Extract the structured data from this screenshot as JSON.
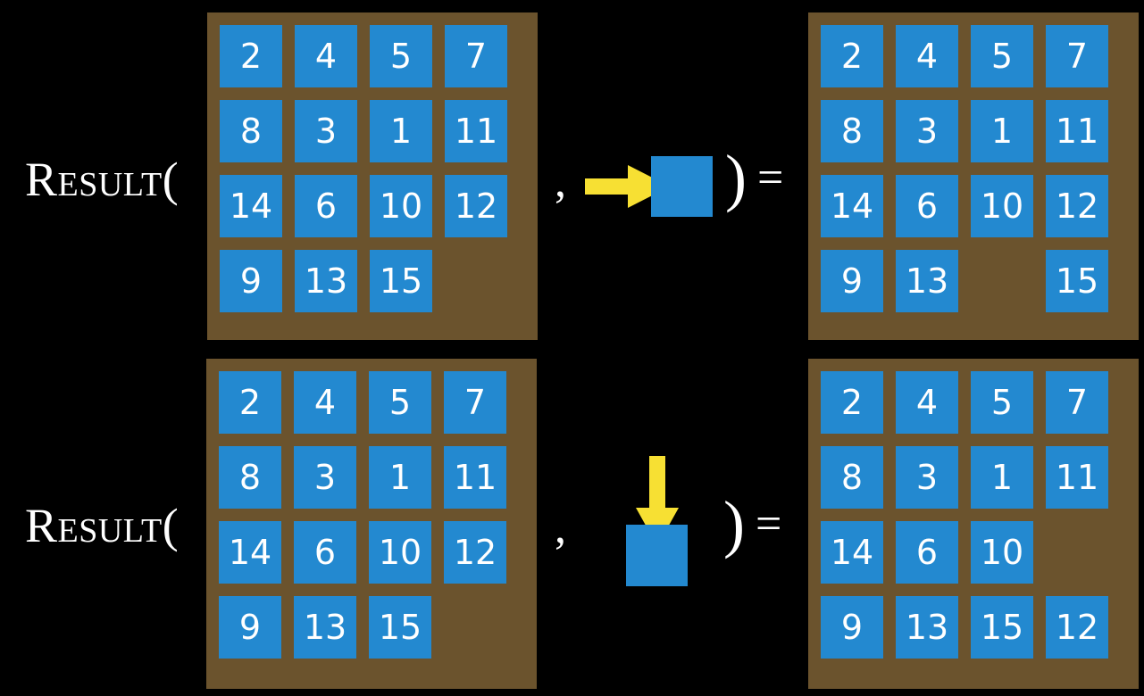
{
  "figure": {
    "background_color": "#000000",
    "tile_color": "#2389d0",
    "board_color": "#6b532d",
    "arrow_color": "#f7e033",
    "text_color": "#ffffff",
    "blank_label": ""
  },
  "symbols": {
    "result_open": "Result(",
    "comma": ",",
    "close_paren": ")",
    "equals": "="
  },
  "rows": [
    {
      "id": "row-right-move",
      "label": "Result(",
      "input_board": {
        "name": "input-board-top",
        "rows": [
          [
            "2",
            "4",
            "5",
            "7"
          ],
          [
            "8",
            "3",
            "1",
            "11"
          ],
          [
            "14",
            "6",
            "10",
            "12"
          ],
          [
            "9",
            "13",
            "15",
            ""
          ]
        ]
      },
      "action": {
        "name": "move-blank-right",
        "direction": "right",
        "arrow_icon": "arrow-right-icon",
        "tile_icon": "blank-tile-icon"
      },
      "output_board": {
        "name": "output-board-top",
        "rows": [
          [
            "2",
            "4",
            "5",
            "7"
          ],
          [
            "8",
            "3",
            "1",
            "11"
          ],
          [
            "14",
            "6",
            "10",
            "12"
          ],
          [
            "9",
            "13",
            "",
            "15"
          ]
        ]
      }
    },
    {
      "id": "row-down-move",
      "label": "Result(",
      "input_board": {
        "name": "input-board-bottom",
        "rows": [
          [
            "2",
            "4",
            "5",
            "7"
          ],
          [
            "8",
            "3",
            "1",
            "11"
          ],
          [
            "14",
            "6",
            "10",
            "12"
          ],
          [
            "9",
            "13",
            "15",
            ""
          ]
        ]
      },
      "action": {
        "name": "move-blank-down",
        "direction": "down",
        "arrow_icon": "arrow-down-icon",
        "tile_icon": "blank-tile-icon"
      },
      "output_board": {
        "name": "output-board-bottom",
        "rows": [
          [
            "2",
            "4",
            "5",
            "7"
          ],
          [
            "8",
            "3",
            "1",
            "11"
          ],
          [
            "14",
            "6",
            "10",
            ""
          ],
          [
            "9",
            "13",
            "15",
            "12"
          ]
        ]
      }
    }
  ]
}
